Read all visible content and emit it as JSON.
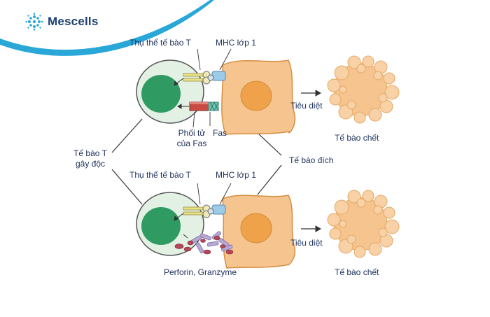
{
  "brand": {
    "name": "Mescells",
    "color": "#29a8d8",
    "text_color": "#1b3f72"
  },
  "labels": {
    "tcr_top": "Thụ thể tế bào T",
    "mhc_top": "MHC lớp 1",
    "fasl_line1": "Phối tử",
    "fasl_line2": "của Fas",
    "fas": "Fas",
    "kill_top": "Tiêu diệt",
    "dead_top": "Tế bào chết",
    "tcell_line1": "Tế bào T",
    "tcell_line2": "gây độc",
    "target_cell": "Tế bào đích",
    "tcr_bottom": "Thụ thể tế bào T",
    "mhc_bottom": "MHC lớp 1",
    "kill_bottom": "Tiêu diệt",
    "perforin": "Perforin, Granzyme",
    "dead_bottom": "Tế bào chết"
  },
  "colors": {
    "tcell_fill": "#e3f1e4",
    "tcell_nucleus": "#2f9b62",
    "target_fill": "#f6c48e",
    "target_nucleus": "#f0a24a",
    "dead_fill": "#f6c48e",
    "mhc": "#9ccbe8",
    "tcr": "#e8e08a",
    "fasl": "#c94a43",
    "fas": "#6cc3b2",
    "granule": "#b4475a",
    "perforin": "#b7a9d4"
  }
}
